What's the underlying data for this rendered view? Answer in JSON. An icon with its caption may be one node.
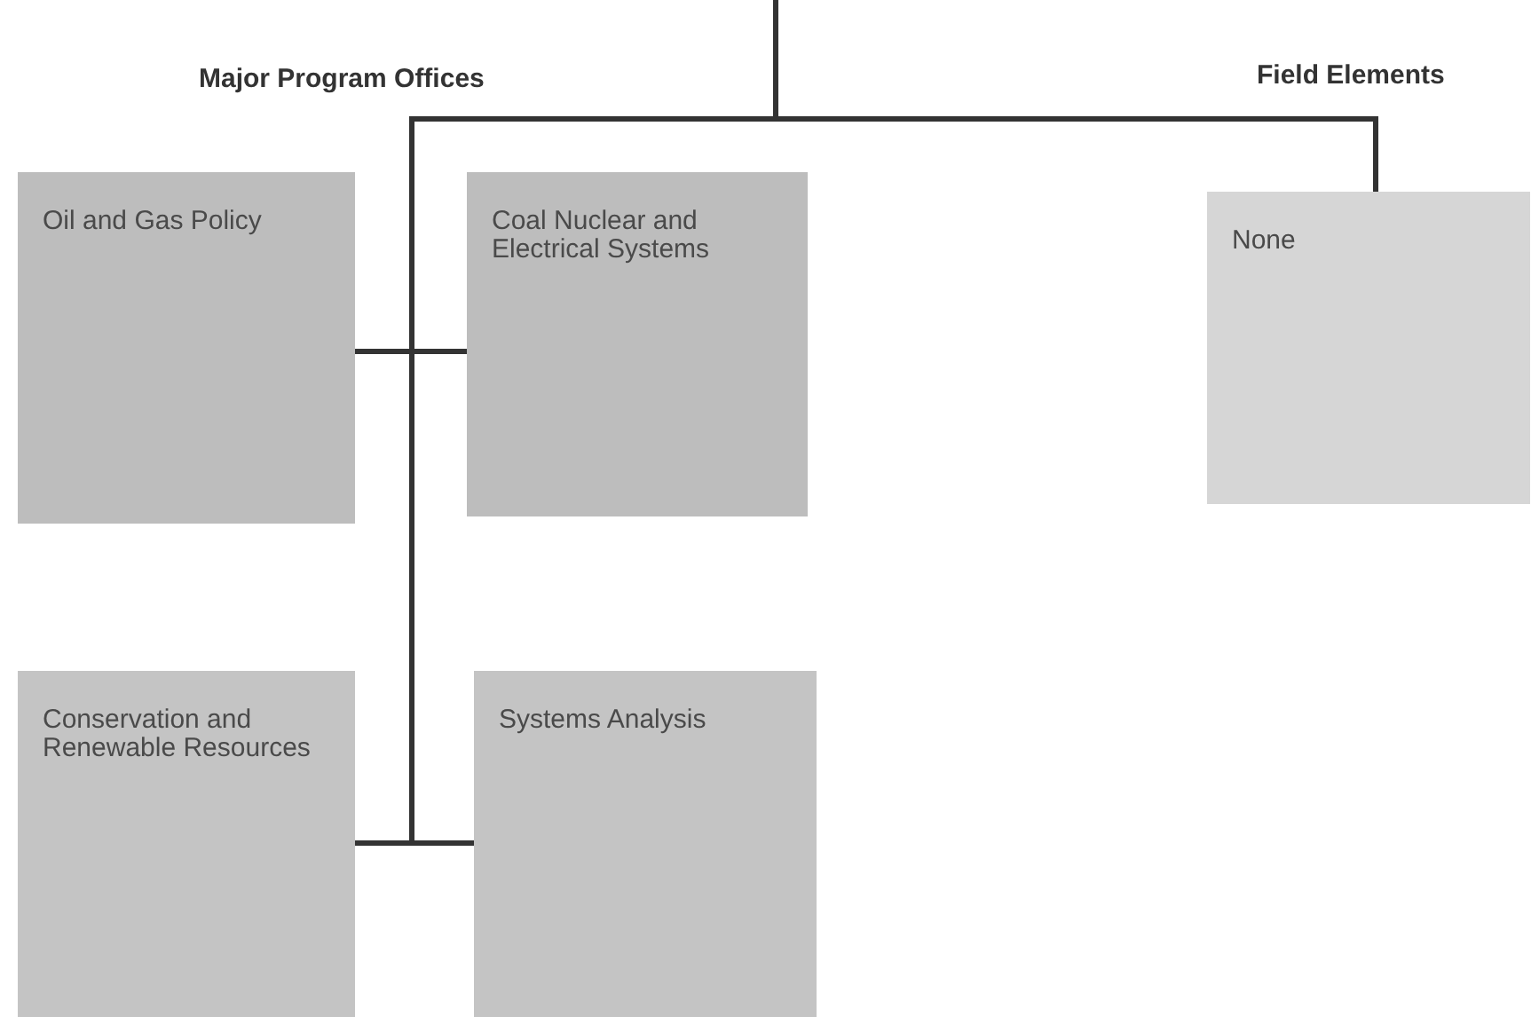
{
  "diagram": {
    "nodes": [
      {
        "text": [
          "Oil and Gas Policy"
        ]
      },
      {
        "text": [
          "Coal Nuclear and Electrical Systems"
        ]
      },
      {
        "text": [
          "None"
        ]
      },
      {
        "text": [
          "Conservation and Renewable Resources"
        ]
      },
      {
        "text": [
          "Systems Analysis"
        ]
      }
    ],
    "edges": [
      {
        "from": null,
        "to": 0,
        "arrow": "none"
      },
      {
        "from": null,
        "to": 1,
        "arrow": "none"
      },
      {
        "from": null,
        "to": 2,
        "arrow": "none"
      },
      {
        "from": null,
        "to": 3,
        "arrow": "none"
      },
      {
        "from": null,
        "to": 4,
        "arrow": "none"
      }
    ],
    "labels": [
      "Major Program Offices",
      "Field Elements"
    ]
  }
}
